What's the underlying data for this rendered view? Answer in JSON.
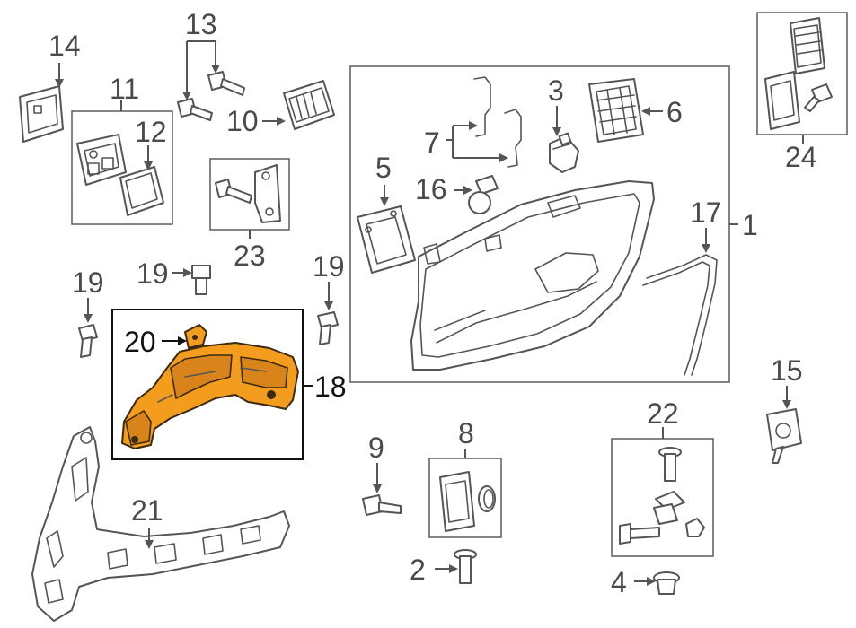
{
  "colors": {
    "highlight": "#f39c1e",
    "line": "#555555",
    "label": "#4a4a4a",
    "highlight_label": "#111111"
  },
  "callouts": {
    "c1": "1",
    "c2": "2",
    "c3": "3",
    "c4": "4",
    "c5": "5",
    "c6": "6",
    "c7": "7",
    "c8": "8",
    "c9": "9",
    "c10": "10",
    "c11": "11",
    "c12": "12",
    "c13": "13",
    "c14": "14",
    "c15": "15",
    "c16": "16",
    "c17": "17",
    "c18": "18",
    "c19a": "19",
    "c19b": "19",
    "c19c": "19",
    "c20": "20",
    "c21": "21",
    "c22": "22",
    "c23": "23",
    "c24": "24"
  },
  "highlighted_parts": [
    "18",
    "20"
  ]
}
